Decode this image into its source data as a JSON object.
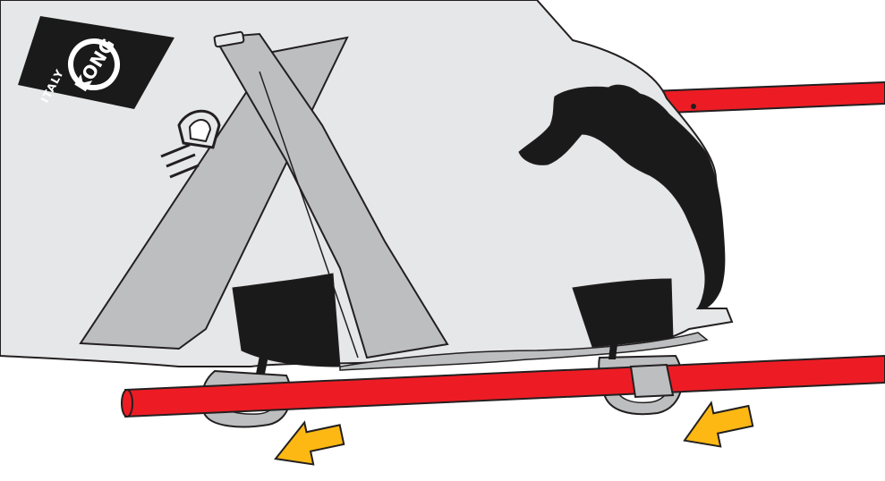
{
  "logo": {
    "brand": "KONG",
    "country": "ITALY"
  },
  "colors": {
    "background": "#ffffff",
    "bag_fabric": "#e6e7e8",
    "strap": "#bcbec0",
    "outline": "#231f20",
    "black_patch": "#1a1a1a",
    "pole_red": "#ed1c24",
    "arrow_yellow": "#fdb813"
  },
  "arrows": [
    {
      "name": "left-insert-arrow",
      "direction": "left"
    },
    {
      "name": "right-insert-arrow",
      "direction": "left"
    }
  ]
}
